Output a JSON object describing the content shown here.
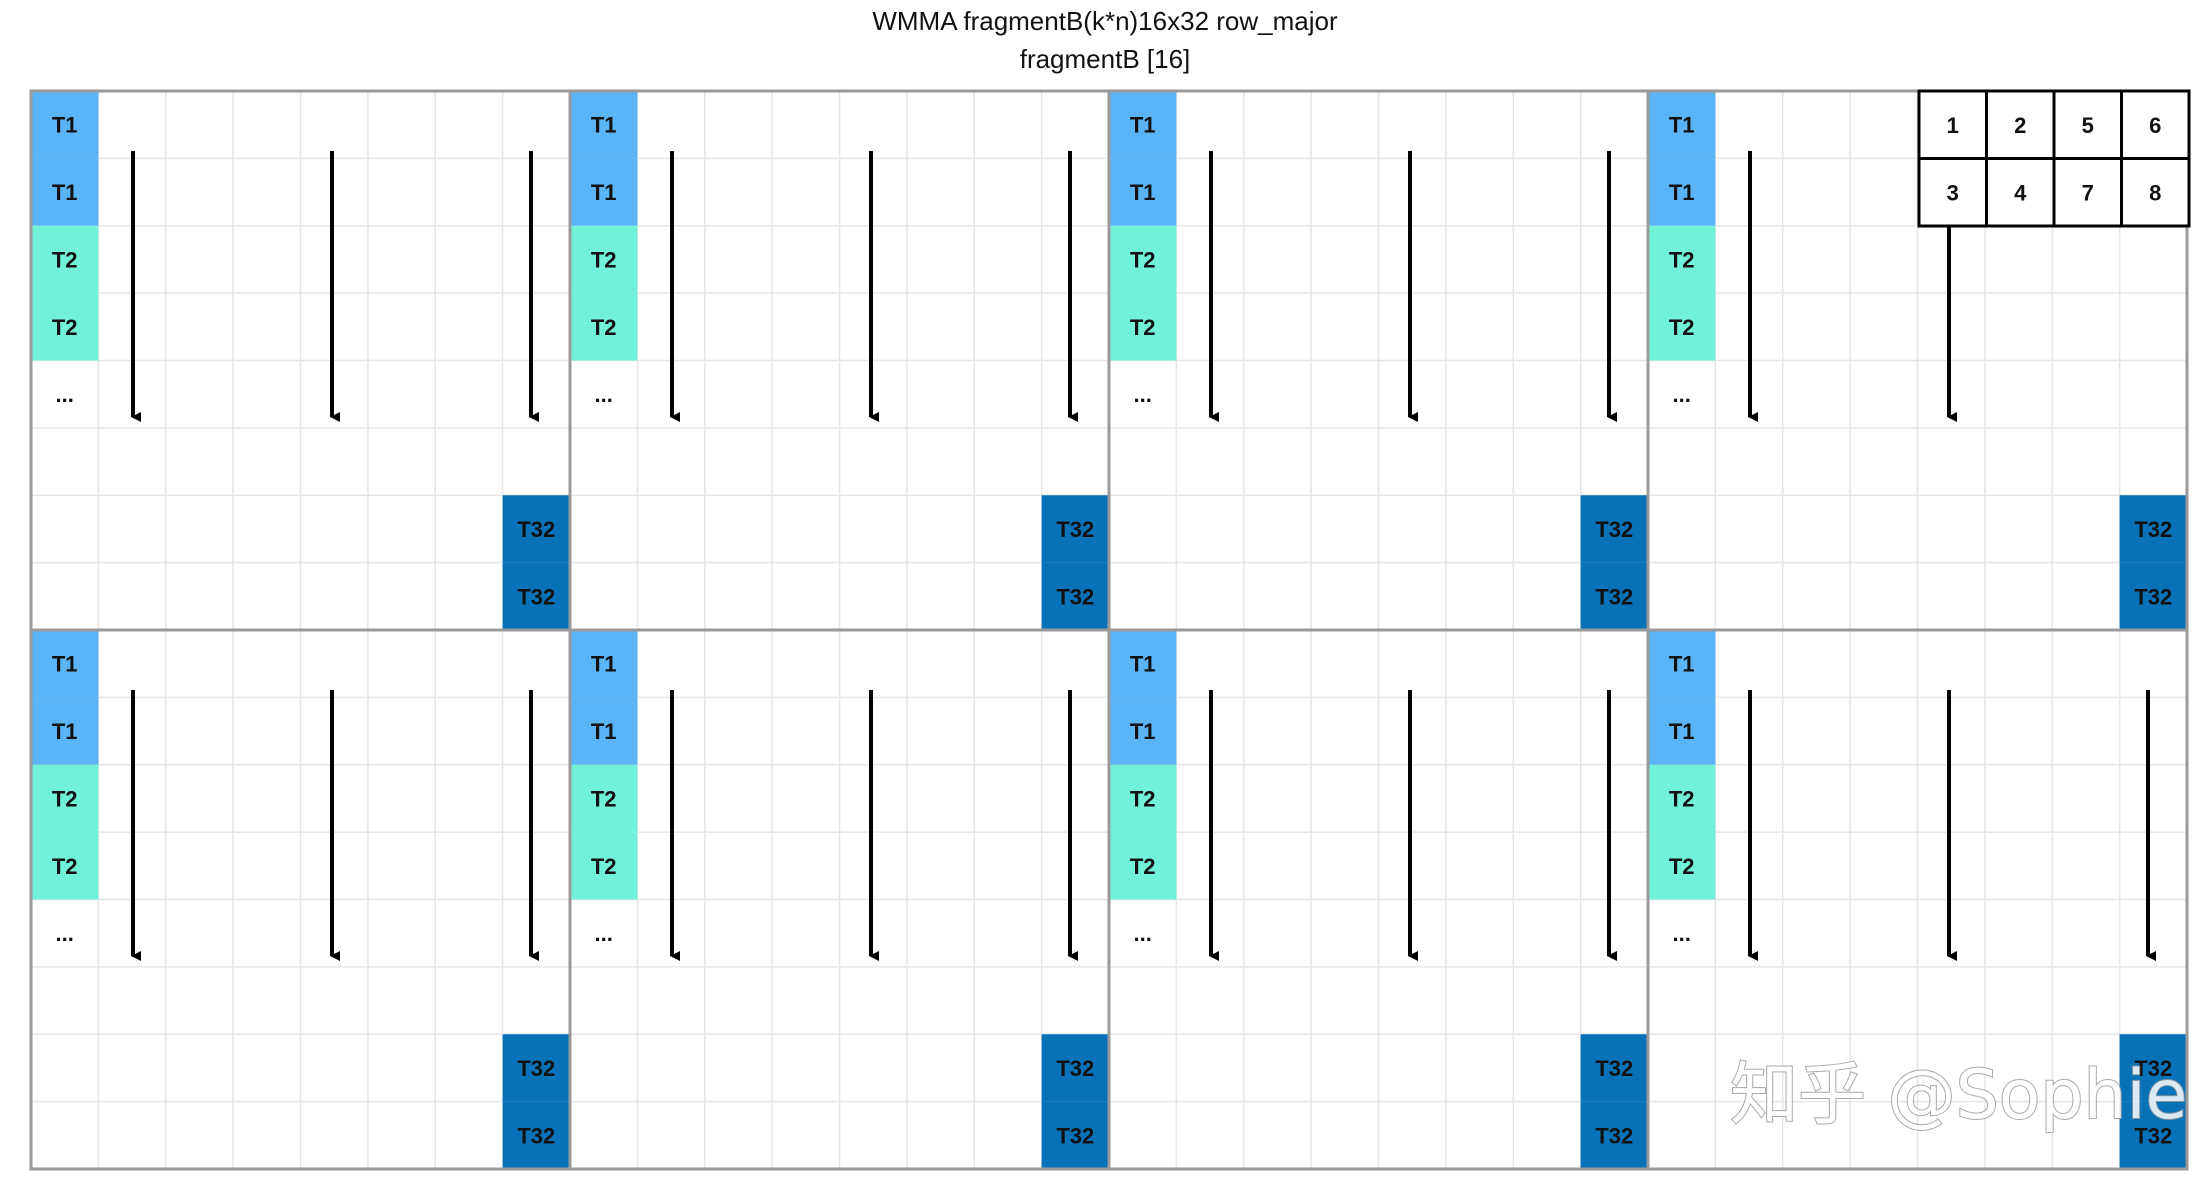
{
  "title": {
    "line1": "WMMA fragmentB(k*n)16x32 row_major",
    "line2": "fragmentB [16]"
  },
  "colors": {
    "t1": "#5ab4f5",
    "t2": "#72f1d9",
    "t32": "#0872b8",
    "grid": "#e6e6e6",
    "block_border": "#9a9a9a",
    "arrow": "#000000",
    "legend_border": "#000000"
  },
  "cell_labels": {
    "t1": "T1",
    "t2": "T2",
    "ellipsis": "...",
    "t32": "T32"
  },
  "legend": {
    "rows": [
      [
        "1",
        "2",
        "5",
        "6"
      ],
      [
        "3",
        "4",
        "7",
        "8"
      ]
    ]
  },
  "blocks": [
    {
      "arrows": 3
    },
    {
      "arrows": 3
    },
    {
      "arrows": 3
    },
    {
      "arrows": 2
    },
    {
      "arrows": 3
    },
    {
      "arrows": 3
    },
    {
      "arrows": 3
    },
    {
      "arrows": 3
    }
  ],
  "watermark": "知乎 @Sophie"
}
